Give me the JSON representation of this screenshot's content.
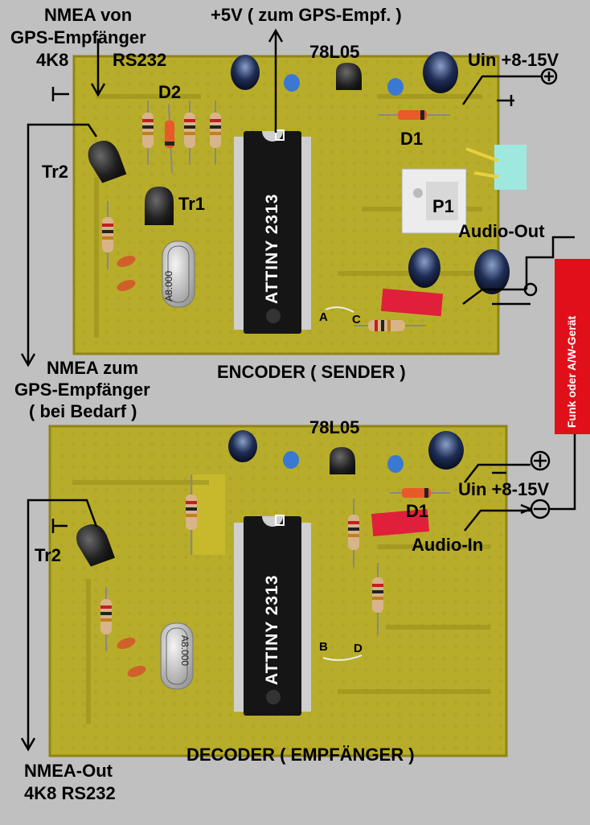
{
  "labels": {
    "nmea_from_line1": "NMEA von",
    "nmea_from_line2": "GPS-Empfänger",
    "nmea_from_baud": "4K8",
    "nmea_from_proto": "RS232",
    "plus5v": "+5V ( zum GPS-Empf. )",
    "reg_top": "78L05",
    "uin_top": "Uin +8-15V",
    "d2": "D2",
    "d1_top": "D1",
    "tr2_top": "Tr2",
    "tr1": "Tr1",
    "p1": "P1",
    "audio_out": "Audio-Out",
    "pin_a": "A",
    "pin_c": "C",
    "nmea_to_line1": "NMEA zum",
    "nmea_to_line2": "GPS-Empfänger",
    "nmea_to_line3": "( bei Bedarf )",
    "encoder": "ENCODER ( SENDER )",
    "reg_bottom": "78L05",
    "uin_bottom": "Uin +8-15V",
    "d1_bottom": "D1",
    "audio_in": "Audio-In",
    "tr2_bottom": "Tr2",
    "pin_b": "B",
    "pin_d": "D",
    "decoder": "DECODER ( EMPFÄNGER )",
    "nmea_out_line1": "NMEA-Out",
    "nmea_out_line2": "4K8  RS232",
    "radio_link": "Funk oder A/W-Gerät"
  },
  "chips": {
    "encoder_chip": "ATTINY 2313",
    "decoder_chip": "ATTINY 2313"
  },
  "crystals": {
    "encoder_crystal": "A8.000",
    "decoder_crystal": "A8.000"
  },
  "colors": {
    "board": "#b8ad2a",
    "board_dark": "#8f8417",
    "background": "#c0c0c0",
    "chip": "#1a1a1a",
    "link_box": "#e0101a",
    "trimmer_pad": "#9fe8e0",
    "film_cap": "#e0203a"
  }
}
